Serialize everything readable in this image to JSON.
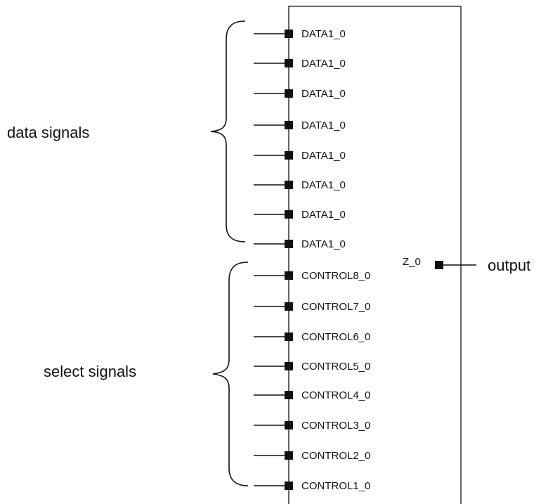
{
  "colors": {
    "ink": "#111111",
    "background": "#ffffff"
  },
  "annotations": {
    "data_group": "data signals",
    "select_group": "select signals",
    "output": "output"
  },
  "block": {
    "data_pins": [
      "DATA1_0",
      "DATA1_0",
      "DATA1_0",
      "DATA1_0",
      "DATA1_0",
      "DATA1_0",
      "DATA1_0",
      "DATA1_0"
    ],
    "select_pins": [
      "CONTROL8_0",
      "CONTROL7_0",
      "CONTROL6_0",
      "CONTROL5_0",
      "CONTROL4_0",
      "CONTROL3_0",
      "CONTROL2_0",
      "CONTROL1_0"
    ],
    "output_pin": "Z_0"
  }
}
